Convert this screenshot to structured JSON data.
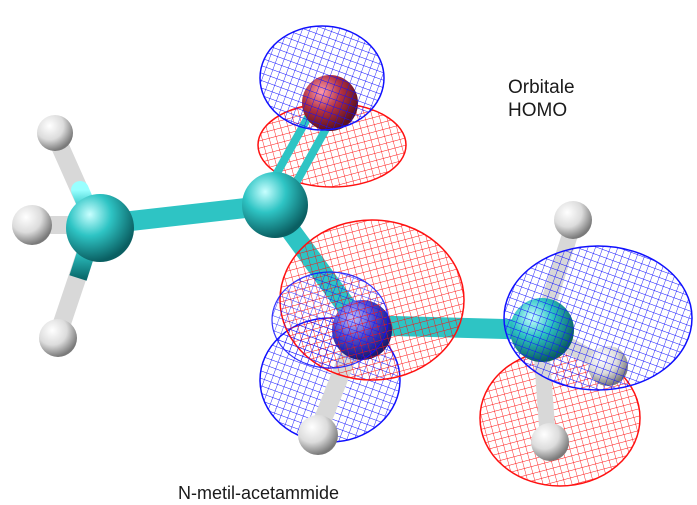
{
  "labels": {
    "orbital_line1": "Orbitale",
    "orbital_line2": "HOMO",
    "molecule_name": "N-metil-acetammide"
  },
  "colors": {
    "background": "#ffffff",
    "carbon": "#2ec4c4",
    "hydrogen": "#e8e8e8",
    "oxygen": "#b03040",
    "nitrogen": "#4a4ad0",
    "lobe_positive": "#1010ff",
    "lobe_negative": "#ff1010"
  }
}
